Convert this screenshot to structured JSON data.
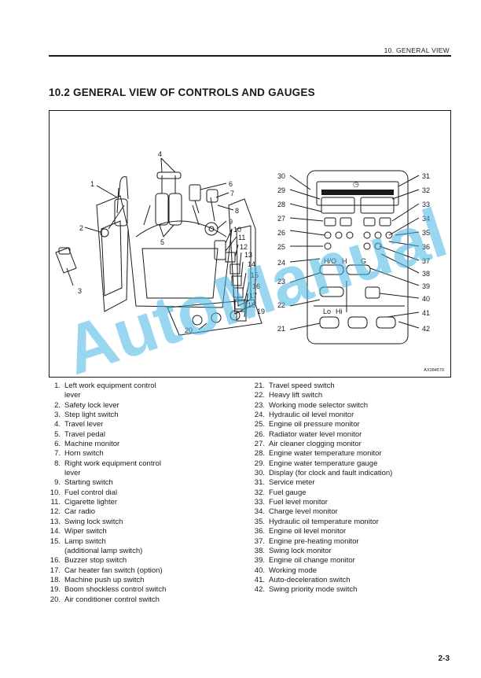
{
  "running_head": "10. GENERAL VIEW",
  "section_title": "10.2 GENERAL VIEW OF CONTROLS AND GAUGES",
  "figure": {
    "code": "AX384570",
    "left_callouts": [
      "1",
      "2",
      "3",
      "4",
      "5",
      "6",
      "7",
      "8",
      "9",
      "10",
      "11",
      "12",
      "13",
      "14",
      "15",
      "16",
      "17",
      "18",
      "19",
      "20"
    ],
    "monitor_callouts": [
      "21",
      "22",
      "23",
      "24",
      "25",
      "26",
      "27",
      "28",
      "29",
      "30",
      "31",
      "32",
      "33",
      "34",
      "35",
      "36",
      "37",
      "38",
      "39",
      "40",
      "41",
      "42"
    ],
    "monitor_labels": {
      "travel_speed": [
        "Lo",
        "Hi"
      ],
      "work_mode": [
        "H/O",
        "H",
        "G"
      ]
    }
  },
  "legend_left": [
    {
      "num": "1.",
      "text": "Left work equipment control"
    },
    {
      "num": "",
      "text": "lever"
    },
    {
      "num": "2.",
      "text": "Safety lock lever"
    },
    {
      "num": "3.",
      "text": "Step light switch"
    },
    {
      "num": "4.",
      "text": "Travel lever"
    },
    {
      "num": "5.",
      "text": "Travel pedal"
    },
    {
      "num": "6.",
      "text": "Machine monitor"
    },
    {
      "num": "7.",
      "text": "Horn switch"
    },
    {
      "num": "8.",
      "text": "Right work equipment control"
    },
    {
      "num": "",
      "text": "lever"
    },
    {
      "num": "9.",
      "text": "Starting switch"
    },
    {
      "num": "10.",
      "text": "Fuel control dial"
    },
    {
      "num": "11.",
      "text": "Cigarette lighter"
    },
    {
      "num": "12.",
      "text": "Car radio"
    },
    {
      "num": "13.",
      "text": "Swing lock switch"
    },
    {
      "num": "14.",
      "text": "Wiper switch"
    },
    {
      "num": "15.",
      "text": "Lamp switch"
    },
    {
      "num": "",
      "text": "(additional lamp switch)"
    },
    {
      "num": "16.",
      "text": "Buzzer stop switch"
    },
    {
      "num": "17.",
      "text": "Car heater fan switch (option)"
    },
    {
      "num": "18.",
      "text": "Machine push up switch"
    },
    {
      "num": "19.",
      "text": "Boom shockless control switch"
    },
    {
      "num": "20.",
      "text": "Air conditioner control switch"
    }
  ],
  "legend_right": [
    {
      "num": "21.",
      "text": "Travel speed switch"
    },
    {
      "num": "22.",
      "text": "Heavy lift switch"
    },
    {
      "num": "23.",
      "text": "Working mode selector switch"
    },
    {
      "num": "24.",
      "text": "Hydraulic oil level monitor"
    },
    {
      "num": "25.",
      "text": "Engine oil pressure monitor"
    },
    {
      "num": "26.",
      "text": "Radiator water level monitor"
    },
    {
      "num": "27.",
      "text": "Air cleaner clogging monitor"
    },
    {
      "num": "28.",
      "text": "Engine water temperature monitor"
    },
    {
      "num": "29.",
      "text": "Engine water temperature gauge"
    },
    {
      "num": "30.",
      "text": "Display (for clock and fault indication)"
    },
    {
      "num": "31.",
      "text": "Service meter"
    },
    {
      "num": "32.",
      "text": "Fuel gauge"
    },
    {
      "num": "33.",
      "text": "Fuel level monitor"
    },
    {
      "num": "34.",
      "text": "Charge level monitor"
    },
    {
      "num": "35.",
      "text": "Hydraulic oil temperature monitor"
    },
    {
      "num": "36.",
      "text": "Engine oil level monitor"
    },
    {
      "num": "37.",
      "text": "Engine pre-heating monitor"
    },
    {
      "num": "38.",
      "text": "Swing lock monitor"
    },
    {
      "num": "39.",
      "text": "Engine oil change monitor"
    },
    {
      "num": "40.",
      "text": "Working mode"
    },
    {
      "num": "41.",
      "text": "Auto-deceleration switch"
    },
    {
      "num": "42.",
      "text": "Swing priority mode switch"
    }
  ],
  "watermark": "AutoManual",
  "page_number": "2-3"
}
